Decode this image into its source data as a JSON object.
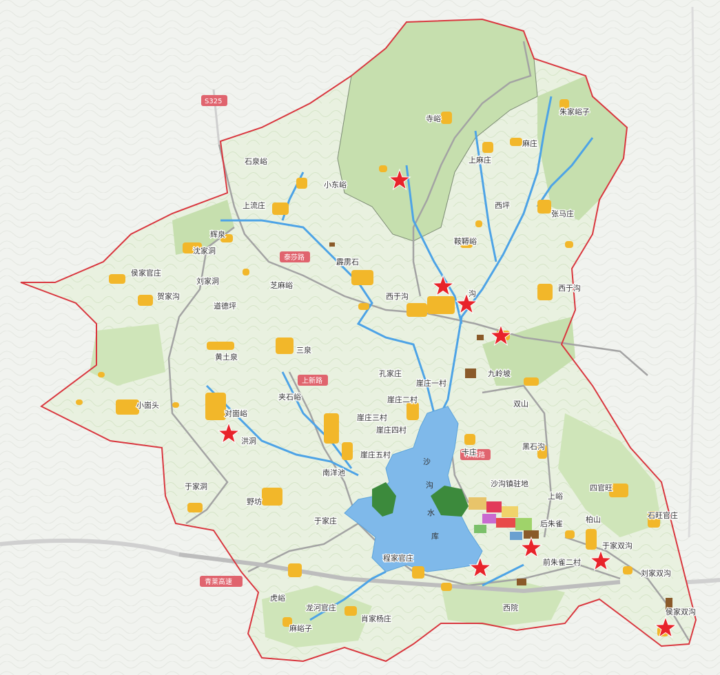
{
  "map": {
    "colors": {
      "background": "#f1f3ef",
      "region_fill": "#e9f1e0",
      "boundary": "#d9363e",
      "forest": "#bcd9a4",
      "forest_dark": "#3c8a3c",
      "water": "#7fb9ea",
      "river": "#4da3e6",
      "settlement": "#f2b72a",
      "industrial": "#8a5a2a",
      "road": "#9e9e9e",
      "highway": "#b5b5b5",
      "road_tag": "#e0646e",
      "star": "#e8232a"
    },
    "road_tags": [
      "S325",
      "青莱高速",
      "泰莎路",
      "上新路",
      "东城路"
    ],
    "reservoir_label": [
      "沙",
      "沟",
      "水",
      "库"
    ],
    "villages": [
      "寺峪",
      "朱家峪子",
      "麻庄",
      "上麻庄",
      "石泉峪",
      "小东峪",
      "上流庄",
      "西坪",
      "张马庄",
      "辉泉",
      "沈家洞",
      "侯家官庄",
      "刘家洞",
      "贺家沟",
      "道德坪",
      "霹雳石",
      "芝麻峪",
      "鞍鞯峪",
      "西于沟",
      "沟",
      "西于沟",
      "九岭坡",
      "黄土泉",
      "三泉",
      "孔家庄",
      "崖庄一村",
      "崖庄二村",
      "小崮头",
      "夹石峪",
      "对崮峪",
      "洪洞",
      "崖庄三村",
      "崖庄四村",
      "双山",
      "卡庄",
      "黑石沟",
      "崖庄五村",
      "南洋池",
      "沙沟镇驻地",
      "上峪",
      "四官旺",
      "于家洞",
      "野坊",
      "于家庄",
      "后朱雀",
      "柏山",
      "石旺官庄",
      "于家双沟",
      "前朱雀二村",
      "程家官庄",
      "刘家双沟",
      "虎峪",
      "西院",
      "龙河官庄",
      "肖家杨庄",
      "麻峪子",
      "侯家双沟"
    ],
    "markers": [
      {
        "name": "star-marker"
      },
      {
        "name": "star-marker"
      },
      {
        "name": "star-marker"
      },
      {
        "name": "star-marker"
      },
      {
        "name": "star-marker"
      },
      {
        "name": "star-marker"
      },
      {
        "name": "star-marker"
      },
      {
        "name": "star-marker"
      },
      {
        "name": "star-marker"
      }
    ]
  }
}
